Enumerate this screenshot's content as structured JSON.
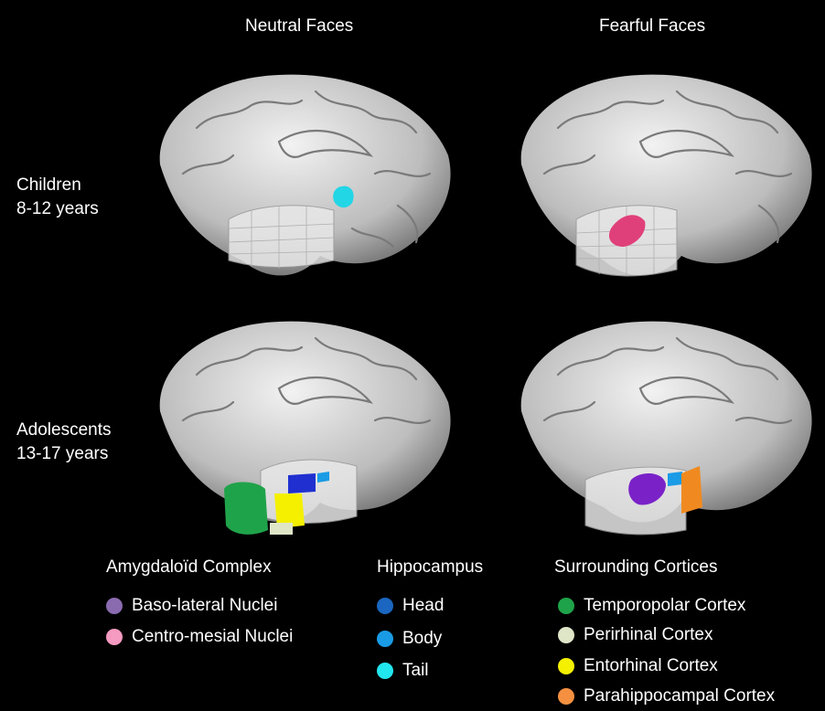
{
  "columns": [
    "Neutral Faces",
    "Fearful Faces"
  ],
  "rows": [
    {
      "line1": "Children",
      "line2": "8-12 years"
    },
    {
      "line1": "Adolescents",
      "line2": "13-17 years"
    }
  ],
  "legend": {
    "amygdala": {
      "title": "Amygdaloïd Complex",
      "items": [
        {
          "label": "Baso-lateral Nuclei",
          "color": "#8a6bb0"
        },
        {
          "label": "Centro-mesial Nuclei",
          "color": "#f59ac0"
        }
      ]
    },
    "hippocampus": {
      "title": "Hippocampus",
      "items": [
        {
          "label": "Head",
          "color": "#1a66c0"
        },
        {
          "label": "Body",
          "color": "#1a9be6"
        },
        {
          "label": "Tail",
          "color": "#22e6ee"
        }
      ]
    },
    "cortices": {
      "title": "Surrounding Cortices",
      "items": [
        {
          "label": "Temporopolar Cortex",
          "color": "#1fa34a"
        },
        {
          "label": "Perirhinal Cortex",
          "color": "#dfe6c8"
        },
        {
          "label": "Entorhinal Cortex",
          "color": "#f4f000"
        },
        {
          "label": "Parahippocampal Cortex",
          "color": "#f59040"
        }
      ]
    }
  },
  "highlight_colors": {
    "children_neutral": "#22d6e6",
    "children_fearful": "#e0407a",
    "adolescents_neutral": [
      "#1fa34a",
      "#f4f000",
      "#2030d0",
      "#1a9be6",
      "#dfe6c8"
    ],
    "adolescents_fearful": [
      "#7a22c8",
      "#1a9be6",
      "#f08a20"
    ]
  }
}
